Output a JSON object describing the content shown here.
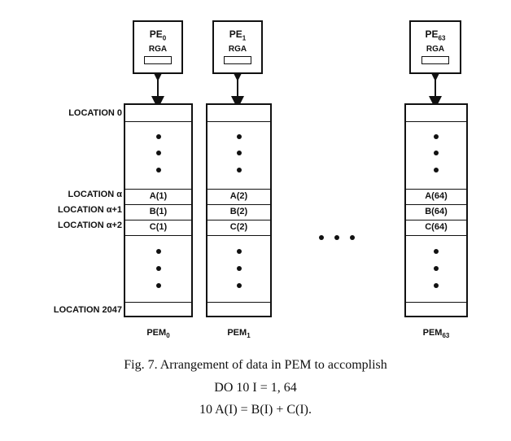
{
  "pes": [
    {
      "base": "PE",
      "sub": "0",
      "rga": "RGA"
    },
    {
      "base": "PE",
      "sub": "1",
      "rga": "RGA"
    },
    {
      "base": "PE",
      "sub": "63",
      "rga": "RGA"
    }
  ],
  "locations": {
    "loc0": "LOCATION 0",
    "loc_a": "LOCATION α",
    "loc_a1": "LOCATION α+1",
    "loc_a2": "LOCATION α+2",
    "loc_last": "LOCATION 2047"
  },
  "columns": [
    {
      "a": "A(1)",
      "b": "B(1)",
      "c": "C(1)",
      "pem_base": "PEM",
      "pem_sub": "0"
    },
    {
      "a": "A(2)",
      "b": "B(2)",
      "c": "C(2)",
      "pem_base": "PEM",
      "pem_sub": "1"
    },
    {
      "a": "A(64)",
      "b": "B(64)",
      "c": "C(64)",
      "pem_base": "PEM",
      "pem_sub": "63"
    }
  ],
  "caption": {
    "line1": "Fig. 7.   Arrangement of data in PEM to accomplish",
    "line2": "DO  10  I = 1, 64",
    "line3": "10  A(I) = B(I) + C(I)."
  }
}
